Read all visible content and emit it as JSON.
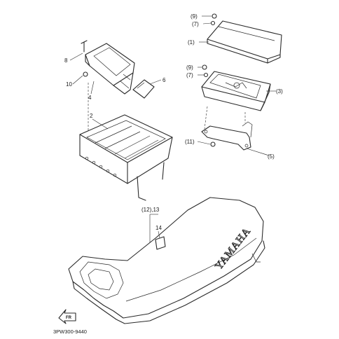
{
  "diagram": {
    "reference_code": "3PW300-9440",
    "brand_mark": "YAMAHA",
    "front_arrow_label": "FR",
    "callouts": [
      {
        "id": "c9a",
        "label": "(9)"
      },
      {
        "id": "c7a",
        "label": "(7)"
      },
      {
        "id": "c1",
        "label": "(1)"
      },
      {
        "id": "c9b",
        "label": "(9)"
      },
      {
        "id": "c7b",
        "label": "(7)"
      },
      {
        "id": "c3",
        "label": "(3)"
      },
      {
        "id": "c11",
        "label": "(11)"
      },
      {
        "id": "c5",
        "label": "(5)"
      },
      {
        "id": "c8",
        "label": "8"
      },
      {
        "id": "c10",
        "label": "10"
      },
      {
        "id": "c4",
        "label": "4"
      },
      {
        "id": "c6",
        "label": "6"
      },
      {
        "id": "c2",
        "label": "2"
      },
      {
        "id": "c12_13",
        "label": "(12),13"
      },
      {
        "id": "c14",
        "label": "14"
      }
    ]
  }
}
